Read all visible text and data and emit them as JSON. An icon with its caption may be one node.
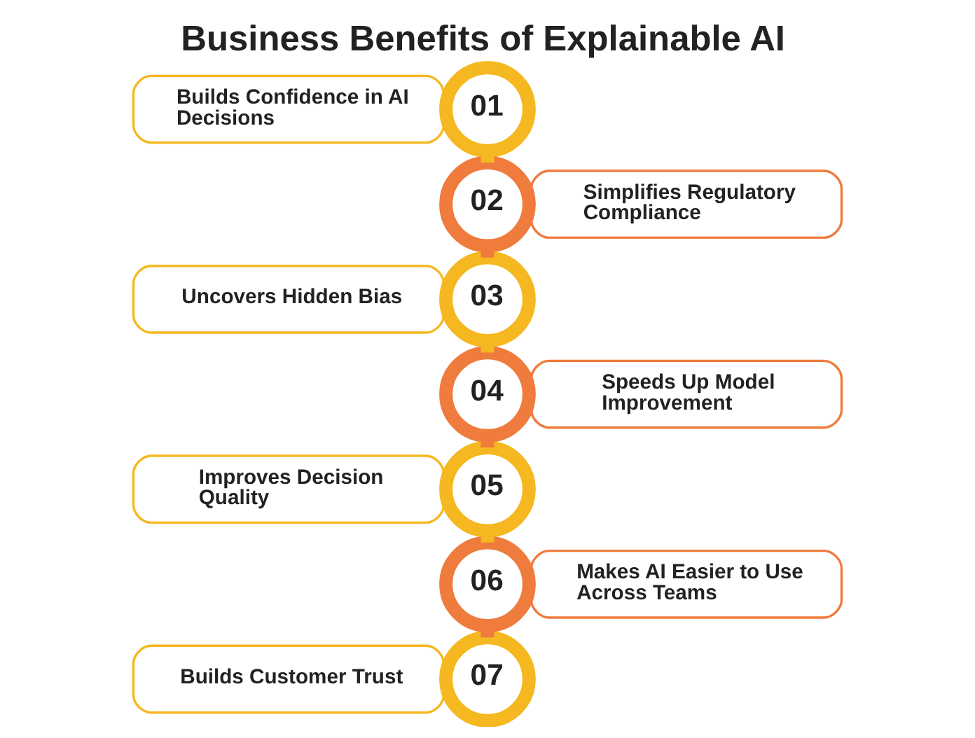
{
  "diagram": {
    "title": "Business Benefits of Explainable AI",
    "nodes": [
      {
        "text": [
          "Builds Confidence in AI Decisions"
        ]
      },
      {
        "text": [
          "01"
        ]
      },
      {
        "text": [
          "02"
        ]
      },
      {
        "text": [
          "Simplifies Regulatory Compliance"
        ]
      },
      {
        "text": [
          "Uncovers Hidden Bias"
        ]
      },
      {
        "text": [
          "03"
        ]
      },
      {
        "text": [
          "04"
        ]
      },
      {
        "text": [
          "Speeds Up Model Improvement"
        ]
      },
      {
        "text": [
          "Improves Decision Quality"
        ]
      },
      {
        "text": [
          "05"
        ]
      },
      {
        "text": [
          "06"
        ]
      },
      {
        "text": [
          "Makes AI Easier to Use Across Teams"
        ]
      },
      {
        "text": [
          "Builds Customer Trust"
        ]
      },
      {
        "text": [
          "07"
        ]
      }
    ],
    "edges": [
      {
        "from": 1,
        "to": 2,
        "arrow": "none",
        "color": "#f5b820"
      },
      {
        "from": 2,
        "to": 5,
        "arrow": "none",
        "color": "#ef7b3d"
      },
      {
        "from": 5,
        "to": 6,
        "arrow": "none",
        "color": "#f5b820"
      },
      {
        "from": 6,
        "to": 9,
        "arrow": "none",
        "color": "#ef7b3d"
      },
      {
        "from": 9,
        "to": 10,
        "arrow": "none",
        "color": "#f5b820"
      },
      {
        "from": 10,
        "to": 13,
        "arrow": "none",
        "color": "#ef7b3d"
      }
    ]
  }
}
